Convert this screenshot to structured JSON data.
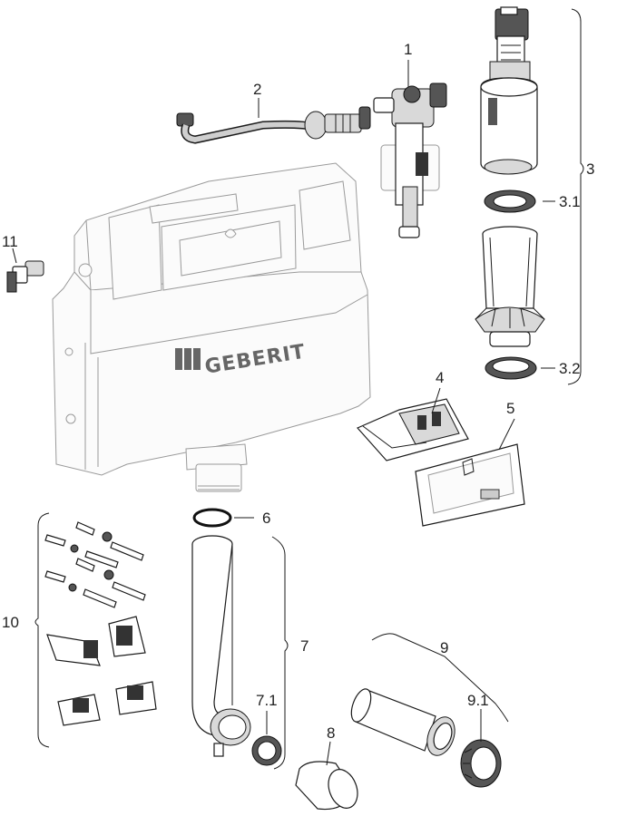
{
  "brand": {
    "logo_text": "GEBERIT"
  },
  "callouts": [
    {
      "id": "c1",
      "label": "1"
    },
    {
      "id": "c2",
      "label": "2"
    },
    {
      "id": "c3",
      "label": "3"
    },
    {
      "id": "c31",
      "label": "3.1"
    },
    {
      "id": "c32",
      "label": "3.2"
    },
    {
      "id": "c4",
      "label": "4"
    },
    {
      "id": "c5",
      "label": "5"
    },
    {
      "id": "c6",
      "label": "6"
    },
    {
      "id": "c7",
      "label": "7"
    },
    {
      "id": "c71",
      "label": "7.1"
    },
    {
      "id": "c8",
      "label": "8"
    },
    {
      "id": "c9",
      "label": "9"
    },
    {
      "id": "c91",
      "label": "9.1"
    },
    {
      "id": "c10",
      "label": "10"
    },
    {
      "id": "c11",
      "label": "11"
    }
  ]
}
